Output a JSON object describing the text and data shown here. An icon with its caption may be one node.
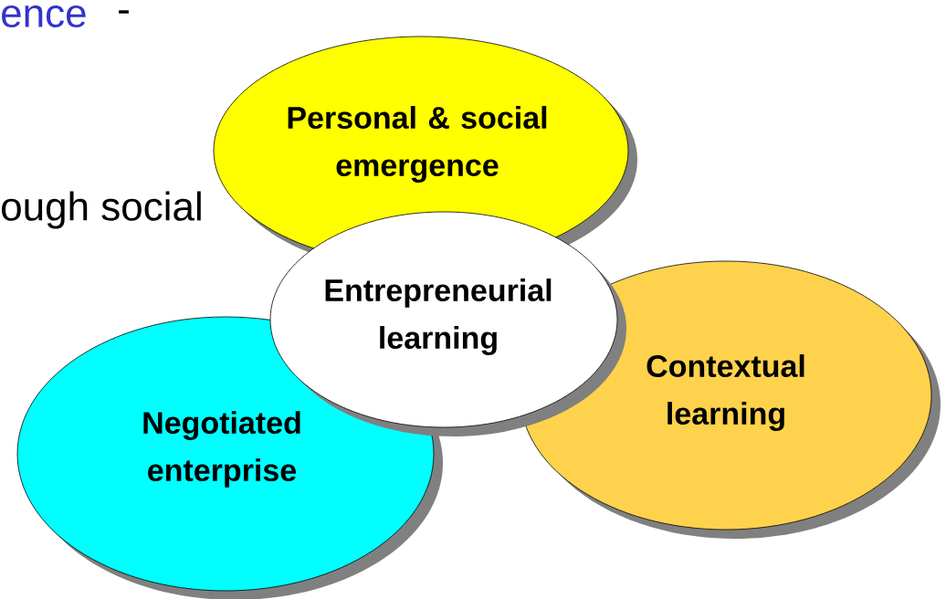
{
  "diagram": {
    "nodes": [
      {
        "text": [
          "Personal & social emergence"
        ]
      },
      {
        "text": [
          "Entrepreneurial learning"
        ]
      },
      {
        "text": [
          "Contextual learning"
        ]
      },
      {
        "text": [
          "Negotiated enterprise"
        ]
      }
    ],
    "labels": [
      "ence",
      "-",
      "ough social"
    ]
  }
}
